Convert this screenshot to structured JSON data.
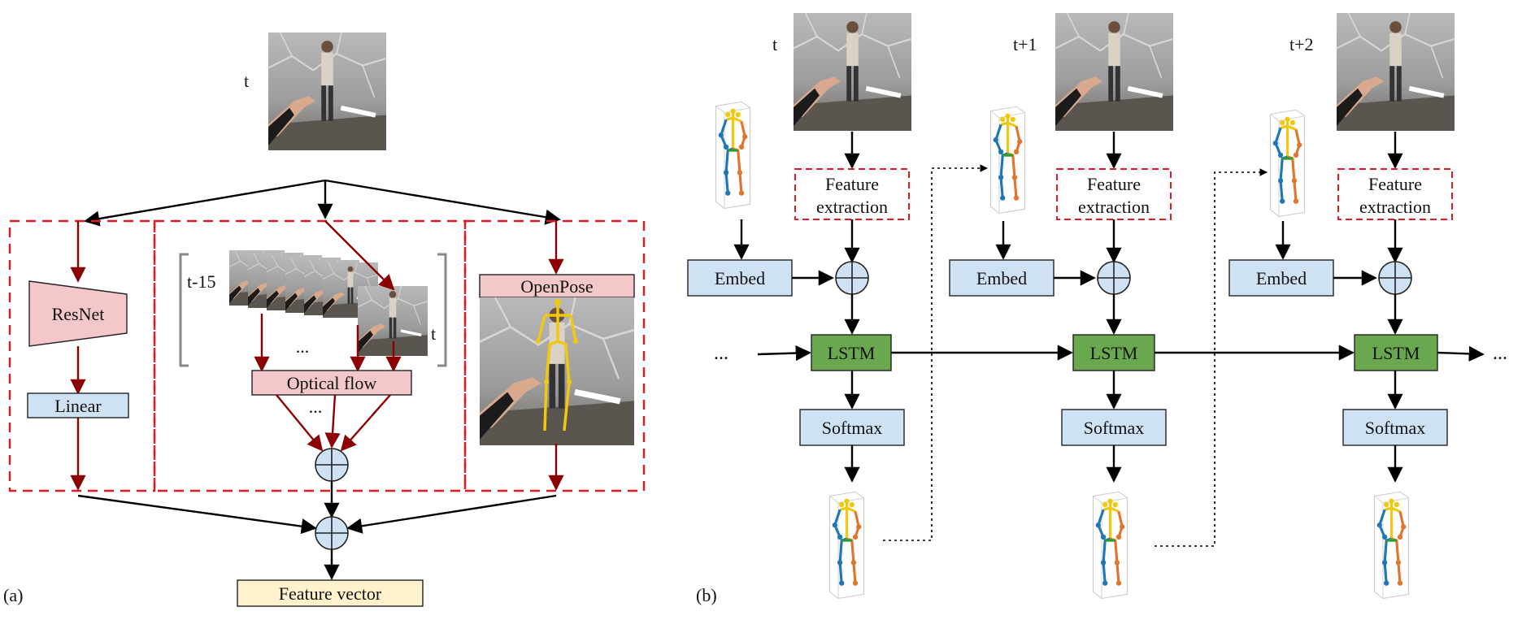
{
  "panel_a": {
    "panel_label": "(a)",
    "time_label": "t",
    "resnet": "ResNet",
    "linear": "Linear",
    "window_start": "t-15",
    "window_end": "t",
    "ellipsis_frames": "...",
    "optical_flow": "Optical flow",
    "ellipsis_flow": "...",
    "openpose": "OpenPose",
    "feature_vector": "Feature vector"
  },
  "panel_b": {
    "panel_label": "(b)",
    "steps": [
      {
        "time": "t",
        "feature_line1": "Feature",
        "feature_line2": "extraction",
        "embed": "Embed",
        "lstm": "LSTM",
        "softmax": "Softmax"
      },
      {
        "time": "t+1",
        "feature_line1": "Feature",
        "feature_line2": "extraction",
        "embed": "Embed",
        "lstm": "LSTM",
        "softmax": "Softmax"
      },
      {
        "time": "t+2",
        "feature_line1": "Feature",
        "feature_line2": "extraction",
        "embed": "Embed",
        "lstm": "LSTM",
        "softmax": "Softmax"
      }
    ],
    "ellipsis_left": "...",
    "ellipsis_right": "..."
  },
  "colors": {
    "pink": "#f4c7cb",
    "blue": "#cfe2f3",
    "green": "#6aa84f",
    "cream": "#fff2cc",
    "dashed_red": "#e01b24",
    "dark_red": "#8b0000",
    "skeleton_blue": "#1f77b4",
    "skeleton_orange": "#e0752d",
    "skeleton_yellow": "#f2c80f",
    "skeleton_green": "#2ca02c"
  }
}
